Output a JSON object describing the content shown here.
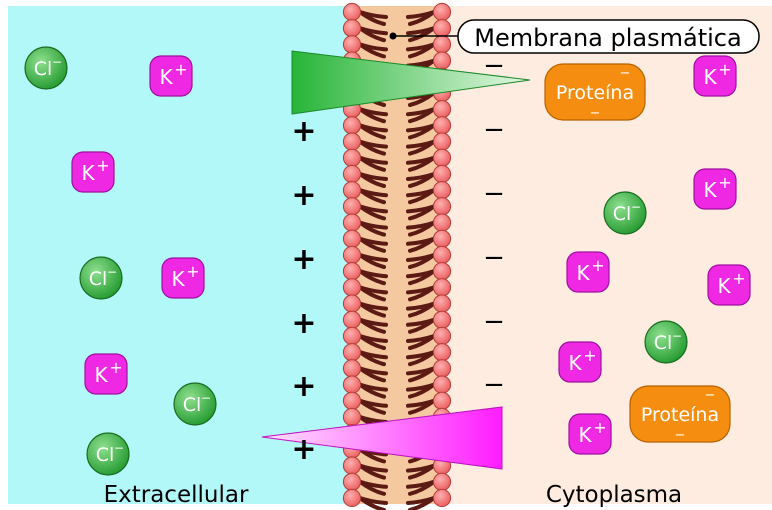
{
  "membrane_label": "Membrana plasmática",
  "regions": {
    "outside": "Extracellular",
    "inside": "Cytoplasma"
  },
  "colors": {
    "extracellular_bg": "#b3f8f8",
    "cytoplasm_bg": "#fdecdf",
    "lipid_head": "#f26e6e",
    "lipid_core": "#f4c9a0",
    "lipid_tail": "#5c1a14",
    "chloride": "#2fa83a",
    "potassium": "#ee28e3",
    "protein": "#f58e10",
    "green_gradient": "#27b537",
    "magenta_gradient": "#ff1cff"
  },
  "ions": {
    "chloride": {
      "symbol": "Cl",
      "charge": "−"
    },
    "potassium": {
      "symbol": "K",
      "charge": "+"
    }
  },
  "protein": {
    "label": "Proteína",
    "charge": "−"
  },
  "outer_charge": "+",
  "inner_charge": "−"
}
